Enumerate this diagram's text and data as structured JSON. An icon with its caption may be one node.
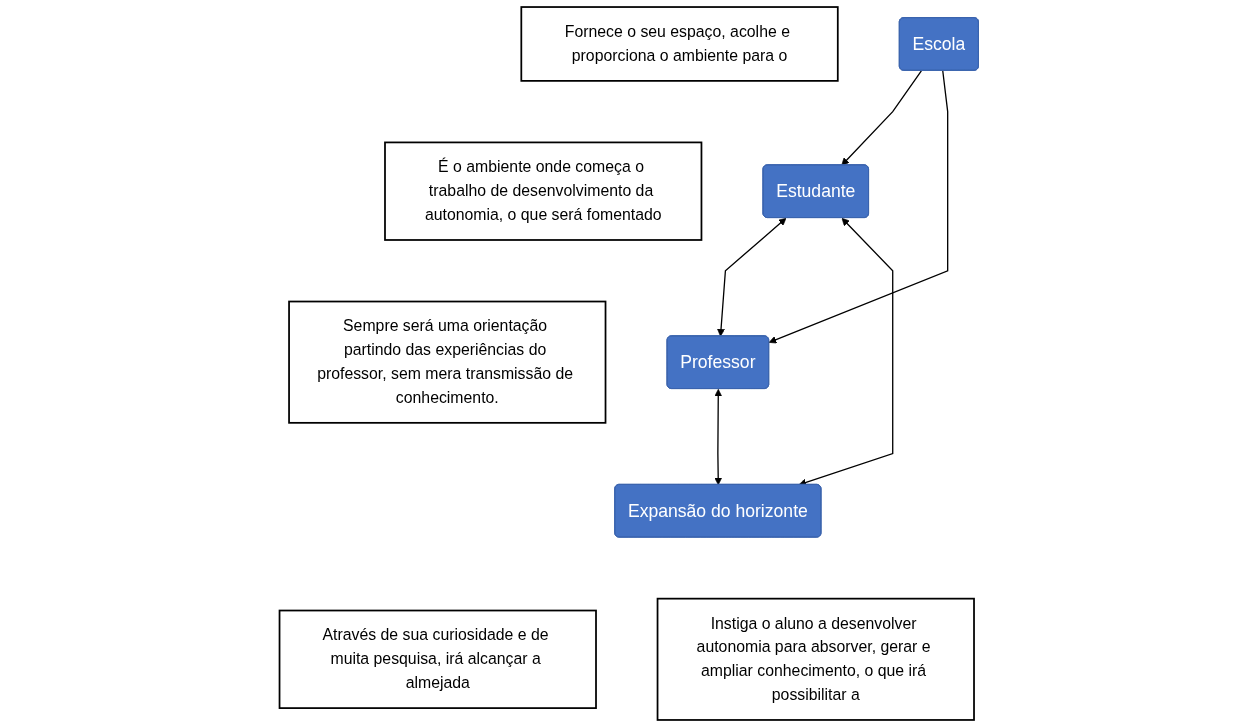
{
  "diagram": {
    "nodes": [
      {
        "text": [
          "Fornece o seu espaço, acolhe e proporciona o ambiente para o"
        ]
      },
      {
        "text": [
          "Escola"
        ]
      },
      {
        "text": [
          "É o ambiente onde começa o trabalho de desenvolvimento da autonomia, o que será fomentado"
        ]
      },
      {
        "text": [
          "Sempre será uma orientação partindo das experiências do professor, sem mera transmissão de conhecimento."
        ]
      },
      {
        "text": [
          "Estudante"
        ]
      },
      {
        "text": [
          "Professor"
        ]
      },
      {
        "text": [
          "Expansão do horizonte"
        ]
      },
      {
        "text": [
          "Através de sua curiosidade e de muita pesquisa, irá alcançar a almejada"
        ]
      },
      {
        "text": [
          "Instiga o aluno a desenvolver autonomia para absorver, gerar e ampliar conhecimento, o que irá possibilitar a"
        ]
      }
    ],
    "edges": [
      {
        "from": 1,
        "to": 4,
        "arrow": "to"
      },
      {
        "from": 1,
        "to": 5,
        "arrow": "to"
      },
      {
        "from": 4,
        "to": 5,
        "arrow": "both"
      },
      {
        "from": 4,
        "to": 6,
        "arrow": "both"
      },
      {
        "from": 5,
        "to": 6,
        "arrow": "both"
      }
    ]
  }
}
